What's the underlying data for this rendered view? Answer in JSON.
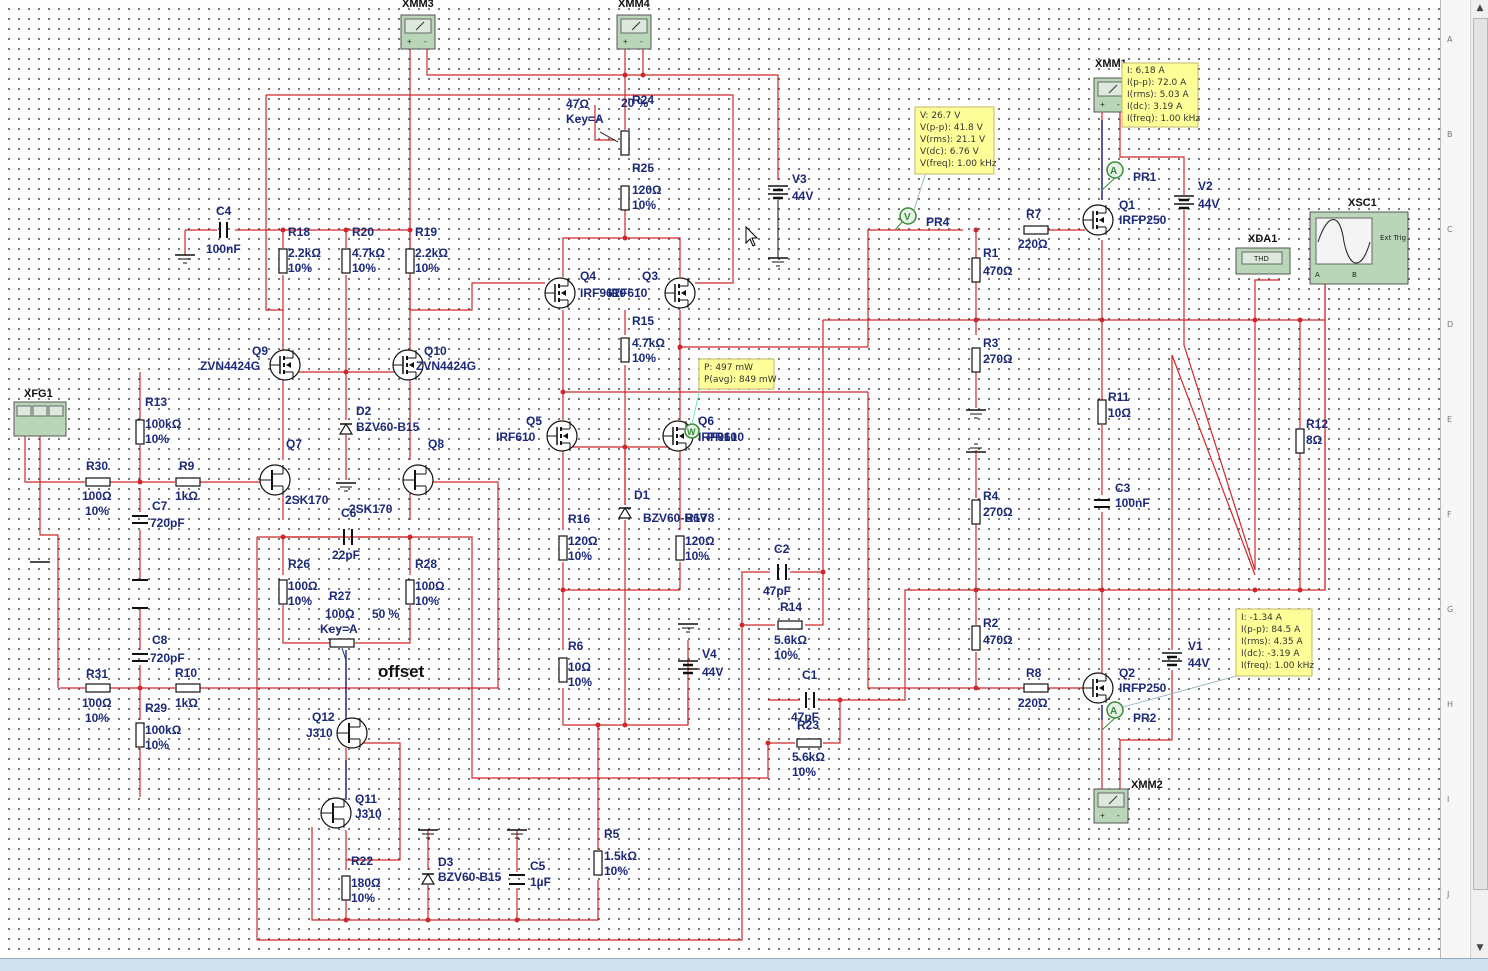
{
  "instruments": {
    "xmm3": "XMM3",
    "xmm4": "XMM4",
    "xmm1": "XMM1",
    "xmm2": "XMM2",
    "xfg1": "XFG1",
    "xda1": "XDA1",
    "xsc1": "XSC1",
    "xda1_screen": "THD",
    "xsc1_trig": "Ext Trig",
    "xsc1_a": "A",
    "xsc1_b": "B"
  },
  "probes": {
    "pr1": "PR1",
    "pr2": "PR2",
    "pr4": "PR4",
    "pr1_readout": [
      "I: 6.18 A",
      "I(p-p): 72.0 A",
      "I(rms): 5.03 A",
      "I(dc): 3.19 A",
      "I(freq): 1.00 kHz"
    ],
    "pr4_readout": [
      "V: 26.7 V",
      "V(p-p): 41.8 V",
      "V(rms): 21.1 V",
      "V(dc): 6.76 V",
      "V(freq): 1.00 kHz"
    ],
    "pr2_readout": [
      "I: -1.34 A",
      "I(p-p): 84.5 A",
      "I(rms): 4.35 A",
      "I(dc): -3.19 A",
      "I(freq): 1.00 kHz"
    ],
    "q6_readout": [
      "P: 497 mW",
      "P(avg): 849 mW"
    ],
    "q6_probe_name": "PR10"
  },
  "components": {
    "r24": {
      "name": "R24",
      "value": "47Ω",
      "pct": "20 %",
      "key": "Key=A"
    },
    "r25": {
      "name": "R25",
      "value": "120Ω",
      "tol": "10%"
    },
    "r18": {
      "name": "R18",
      "value": "2.2kΩ",
      "tol": "10%"
    },
    "r20": {
      "name": "R20",
      "value": "4.7kΩ",
      "tol": "10%"
    },
    "r19": {
      "name": "R19",
      "value": "2.2kΩ",
      "tol": "10%"
    },
    "c4": {
      "name": "C4",
      "value": "100nF"
    },
    "v3": {
      "name": "V3",
      "value": "44V"
    },
    "q4": {
      "name": "Q4",
      "part": "IRF9610"
    },
    "q3": {
      "name": "Q3",
      "part": "IRF610"
    },
    "r15": {
      "name": "R15",
      "value": "4.7kΩ",
      "tol": "10%"
    },
    "q9": {
      "name": "Q9",
      "part": "ZVN4424G"
    },
    "q10": {
      "name": "Q10",
      "part": "ZVN4424G"
    },
    "d2": {
      "name": "D2",
      "part": "BZV60-B15"
    },
    "q7": {
      "name": "Q7",
      "part": "2SK170"
    },
    "q8": {
      "name": "Q8",
      "part": "2SK170"
    },
    "q5": {
      "name": "Q5",
      "part": "IRF610"
    },
    "q6": {
      "name": "Q6",
      "part": "IRF9610"
    },
    "d1": {
      "name": "D1",
      "part": "BZV60-B6V8"
    },
    "r16": {
      "name": "R16",
      "value": "120Ω",
      "tol": "10%"
    },
    "r17": {
      "name": "R17",
      "value": "120Ω",
      "tol": "10%"
    },
    "r6": {
      "name": "R6",
      "value": "10Ω",
      "tol": "10%"
    },
    "v4": {
      "name": "V4",
      "value": "44V"
    },
    "r13": {
      "name": "R13",
      "value": "100kΩ",
      "tol": "10%"
    },
    "r30": {
      "name": "R30",
      "value": "100Ω",
      "tol": "10%"
    },
    "r9": {
      "name": "R9",
      "value": "1kΩ"
    },
    "c7": {
      "name": "C7",
      "value": "720pF"
    },
    "c6": {
      "name": "C6",
      "value": "22pF"
    },
    "r26": {
      "name": "R26",
      "value": "100Ω",
      "tol": "10%"
    },
    "r27": {
      "name": "R27",
      "value": "100Ω",
      "pct": "50 %",
      "key": "Key=A"
    },
    "r28": {
      "name": "R28",
      "value": "100Ω",
      "tol": "10%"
    },
    "offset": "offset",
    "c8": {
      "name": "C8",
      "value": "720pF"
    },
    "r31": {
      "name": "R31",
      "value": "100Ω",
      "tol": "10%"
    },
    "r10": {
      "name": "R10",
      "value": "1kΩ"
    },
    "r29": {
      "name": "R29",
      "value": "100kΩ",
      "tol": "10%"
    },
    "q12": {
      "name": "Q12",
      "part": "J310"
    },
    "q11": {
      "name": "Q11",
      "part": "J310"
    },
    "r22": {
      "name": "R22",
      "value": "180Ω",
      "tol": "10%"
    },
    "d3": {
      "name": "D3",
      "part": "BZV60-B15"
    },
    "c5": {
      "name": "C5",
      "value": "1µF"
    },
    "r5": {
      "name": "R5",
      "value": "1.5kΩ",
      "tol": "10%"
    },
    "c2": {
      "name": "C2",
      "value": "47pF"
    },
    "r14": {
      "name": "R14",
      "value": "5.6kΩ",
      "tol": "10%"
    },
    "c1": {
      "name": "C1",
      "value": "47pF"
    },
    "r23": {
      "name": "R23",
      "value": "5.6kΩ",
      "tol": "10%"
    },
    "r1": {
      "name": "R1",
      "value": "470Ω"
    },
    "r3": {
      "name": "R3",
      "value": "270Ω"
    },
    "r4": {
      "name": "R4",
      "value": "270Ω"
    },
    "r2": {
      "name": "R2",
      "value": "470Ω"
    },
    "r7": {
      "name": "R7",
      "value": "220Ω"
    },
    "r8": {
      "name": "R8",
      "value": "220Ω"
    },
    "q1": {
      "name": "Q1",
      "part": "IRFP250"
    },
    "q2": {
      "name": "Q2",
      "part": "IRFP250"
    },
    "v2": {
      "name": "V2",
      "value": "44V"
    },
    "v1": {
      "name": "V1",
      "value": "44V"
    },
    "r11": {
      "name": "R11",
      "value": "10Ω"
    },
    "c3": {
      "name": "C3",
      "value": "100nF"
    },
    "r12": {
      "name": "R12",
      "value": "8Ω"
    }
  },
  "ruler_marks": [
    "A",
    "B",
    "C",
    "D",
    "E",
    "F",
    "G",
    "H",
    "I",
    "J"
  ],
  "colors": {
    "wire": "#d0282a",
    "label": "#1d2a7a",
    "probe_box": "#ffff99"
  }
}
